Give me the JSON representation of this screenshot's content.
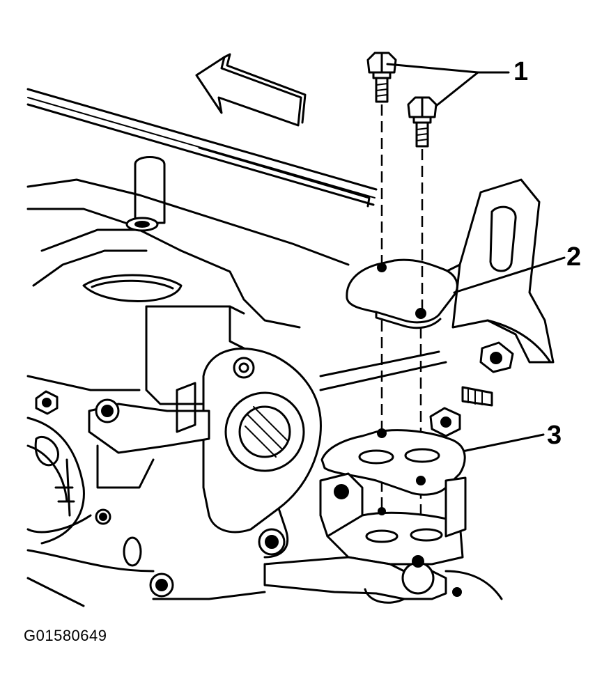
{
  "figure": {
    "callouts": [
      {
        "id": "1",
        "label": "1"
      },
      {
        "id": "2",
        "label": "2"
      },
      {
        "id": "3",
        "label": "3"
      }
    ],
    "figure_code": "G01580649"
  },
  "colors": {
    "ink": "#000000",
    "paper": "#ffffff"
  }
}
